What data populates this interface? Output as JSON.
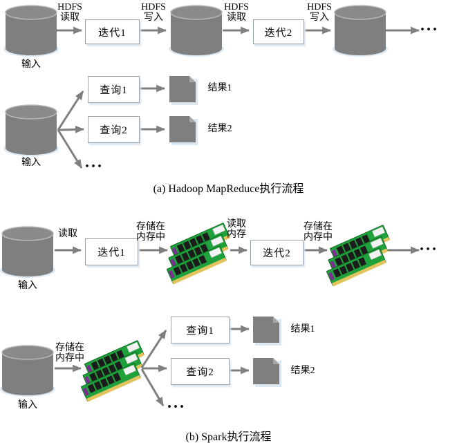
{
  "figure": {
    "caption_a": "(a) Hadoop MapReduce执行流程",
    "caption_b": "(b) Spark执行流程"
  },
  "nodes": {
    "input": "输入",
    "iteration1": "迭代1",
    "iteration2": "迭代2",
    "query1": "查询1",
    "query2": "查询2",
    "result1": "结果1",
    "result2": "结果2",
    "ellipsis": "..."
  },
  "edge_labels": {
    "hdfs_read": [
      "HDFS",
      "读取"
    ],
    "hdfs_write": [
      "HDFS",
      "写入"
    ],
    "read": "读取",
    "store_in_memory": [
      "存储在",
      "内存中"
    ],
    "read_memory": [
      "读取",
      "内存"
    ]
  },
  "colors": {
    "shape_gray": "#7f7f7f",
    "cylinder_top": "#8a8a8a",
    "cylinder_edge": "#b5bac0",
    "soft_shadow": "#dce8f2",
    "arrow_gray": "#7f7f7f",
    "box_border": "#9aa3ab",
    "ram_pcb": "#1fa23c",
    "ram_pcb_dark": "#0b6b22",
    "ram_chip": "#1c1c1c",
    "ram_pins": "#e2c35e",
    "ram_sticker": "#f2f2f2",
    "ram_purple": "#7d2f91",
    "text": "#000000",
    "result_fold": "#a8a8a8"
  }
}
